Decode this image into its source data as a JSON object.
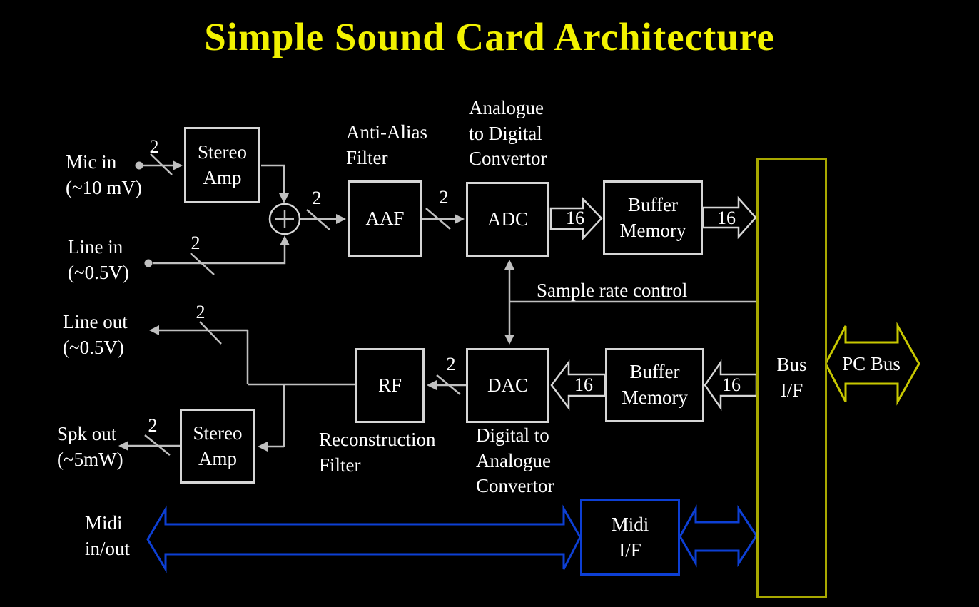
{
  "title": "Simple Sound Card Architecture",
  "blocks": {
    "stereo_amp_top": "Stereo\nAmp",
    "aaf": "AAF",
    "adc": "ADC",
    "buffer_memory_top": "Buffer\nMemory",
    "rf": "RF",
    "dac": "DAC",
    "buffer_memory_bottom": "Buffer\nMemory",
    "stereo_amp_bottom": "Stereo\nAmp",
    "midi_if": "Midi\nI/F",
    "bus_if": "Bus\nI/F"
  },
  "ports": {
    "mic_in": "Mic in\n(~10 mV)",
    "line_in": "Line in\n(~0.5V)",
    "line_out": "Line out\n(~0.5V)",
    "spk_out": "Spk out\n(~5mW)",
    "midi_inout": "Midi\nin/out",
    "pc_bus": "PC Bus"
  },
  "annotations": {
    "anti_alias_filter": "Anti-Alias\nFilter",
    "adc_full_name": "Analogue\nto Digital\nConvertor",
    "reconstruction_filter": "Reconstruction\nFilter",
    "dac_full_name": "Digital to\nAnalogue\nConvertor",
    "sample_rate_control": "Sample rate control"
  },
  "bus_widths": {
    "stereo": "2",
    "word": "16"
  },
  "colors": {
    "background": "#000000",
    "title": "#f2f200",
    "text": "#ffffff",
    "box_border": "#d6d6d6",
    "line": "#c0c0c0",
    "blue": "#0d3fd4",
    "bus_border": "#a8a800",
    "pc_bus_outline": "#c8c800"
  }
}
